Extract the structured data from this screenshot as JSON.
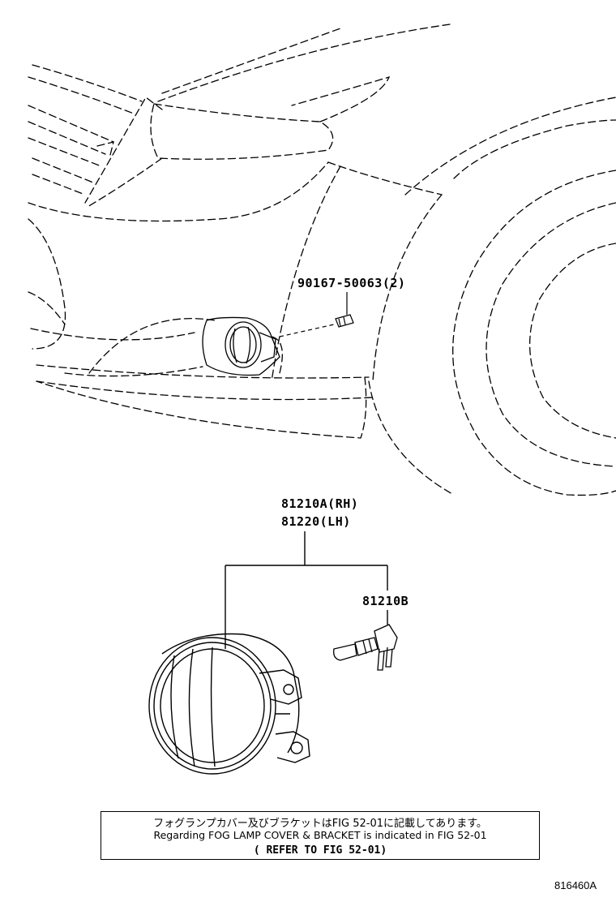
{
  "callouts": {
    "bolt": "90167-50063(2)",
    "fog_lamp_rh": "81210A(RH)",
    "fog_lamp_lh": "81220(LH)",
    "bulb": "81210B"
  },
  "note": {
    "japanese": "フォグランプカバー及びブラケットはFIG 52-01に記載してあります。",
    "english": "Regarding FOG LAMP COVER & BRACKET is indicated in FIG 52-01",
    "reference": "( REFER TO FIG 52-01)"
  },
  "figure_id": "816460A"
}
